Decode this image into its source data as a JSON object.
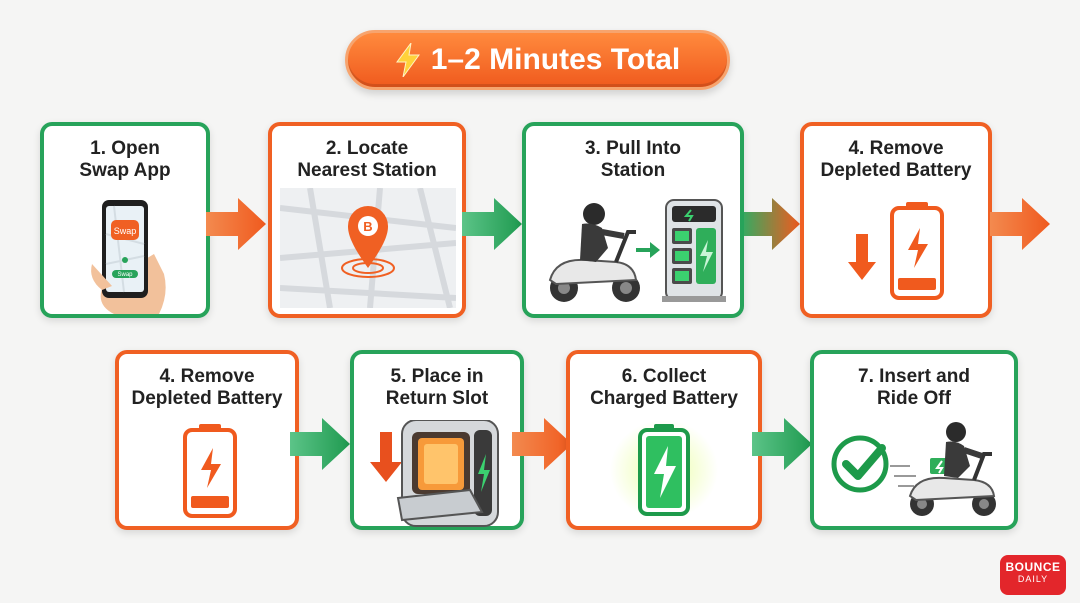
{
  "title": {
    "text": "1–2 Minutes Total",
    "icon": "lightning-bolt-icon"
  },
  "steps": [
    {
      "line1": "1. Open",
      "line2": "Swap App",
      "app_label": "Swap",
      "button_label": "Swap"
    },
    {
      "line1": "2. Locate",
      "line2": "Nearest Station",
      "pin_letter": "B"
    },
    {
      "line1": "3. Pull Into",
      "line2": "Station"
    },
    {
      "line1": "4. Remove",
      "line2": "Depleted Battery"
    },
    {
      "line1": "4. Remove",
      "line2": "Depleted Battery"
    },
    {
      "line1": "5. Place in",
      "line2": "Return Slot"
    },
    {
      "line1": "6. Collect",
      "line2": "Charged Battery"
    },
    {
      "line1": "7. Insert and",
      "line2": "Ride Off"
    }
  ],
  "brand": {
    "line1": "BOUNCE",
    "line2": "DAILY"
  },
  "colors": {
    "green": "#27a35a",
    "orange": "#f06023",
    "background": "#f5f5f4"
  }
}
